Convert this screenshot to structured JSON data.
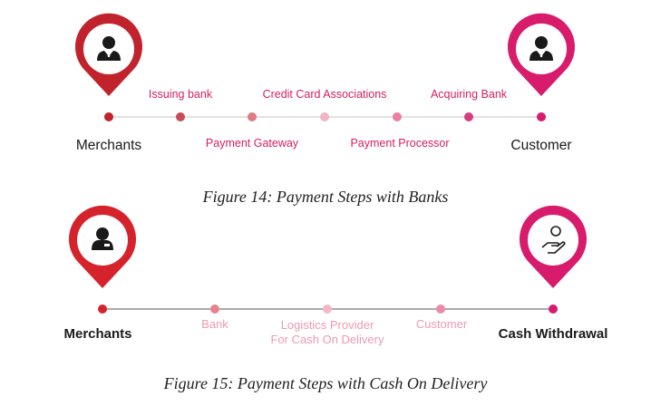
{
  "diagram1": {
    "left_label": "Merchants",
    "right_label": "Customer",
    "left_icon": "businessman-icon",
    "right_icon": "businessman-icon",
    "top_labels": [
      "Issuing bank",
      "Credit Card Associations",
      "Acquiring Bank"
    ],
    "bottom_labels": [
      "Payment Gateway",
      "Payment Processor"
    ],
    "caption": "Figure 14: Payment Steps with Banks",
    "colors": {
      "start": "#c0232c",
      "end": "#d81b6a",
      "label": "#d6205f"
    }
  },
  "diagram2": {
    "left_label": "Merchants",
    "right_label": "Cash Withdrawal",
    "left_icon": "cashier-icon",
    "right_icon": "hand-money-icon",
    "middle_labels": [
      "Bank",
      "Logistics Provider",
      "For Cash On Delivery",
      "Customer"
    ],
    "caption": "Figure 15: Payment Steps with Cash On Delivery",
    "colors": {
      "start": "#d6222b",
      "end": "#d81b6a",
      "label": "#ef9aae"
    }
  }
}
